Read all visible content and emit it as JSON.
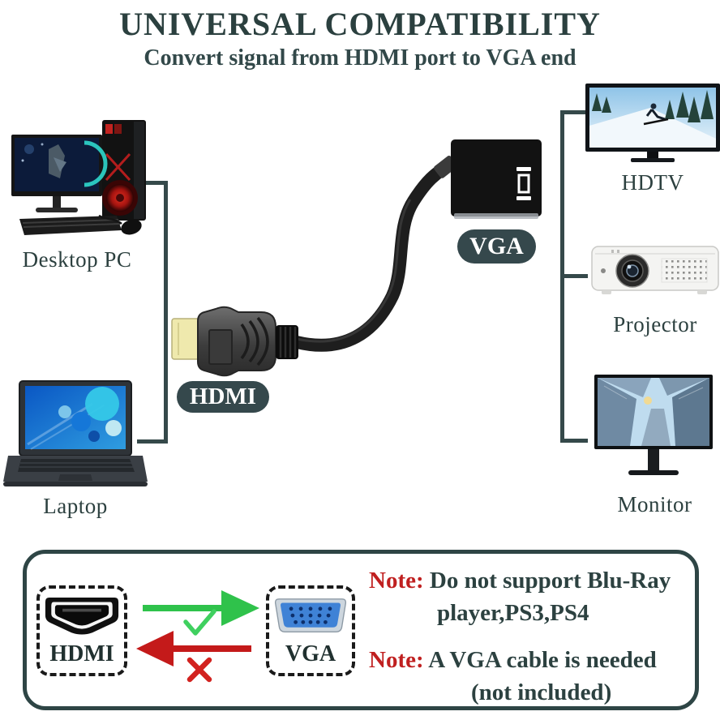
{
  "header": {
    "title": "UNIVERSAL COMPATIBILITY",
    "subtitle": "Convert signal from HDMI port to VGA end"
  },
  "adapter": {
    "hdmi_badge": "HDMI",
    "vga_badge": "VGA"
  },
  "source_devices": [
    {
      "label": "Desktop PC"
    },
    {
      "label": "Laptop"
    }
  ],
  "output_devices": [
    {
      "label": "HDTV"
    },
    {
      "label": "Projector"
    },
    {
      "label": "Monitor"
    }
  ],
  "legend": {
    "hdmi_label": "HDMI",
    "vga_label": "VGA"
  },
  "notes": [
    {
      "prefix": "Note:",
      "line1": "Do not support Blu-Ray",
      "line2": "player,PS3,PS4"
    },
    {
      "prefix": "Note:",
      "line1": "A VGA cable is needed",
      "line2": "(not included)"
    }
  ],
  "colors": {
    "ink": "#2c4342",
    "connector_line": "#35494a",
    "badge_background": "#35484c",
    "badge_text": "#ffffff",
    "note_red": "#c02020",
    "arrow_green": "#2fc24b",
    "arrow_red": "#c41a1a",
    "vga_connector_blue": "#3f82d6"
  }
}
